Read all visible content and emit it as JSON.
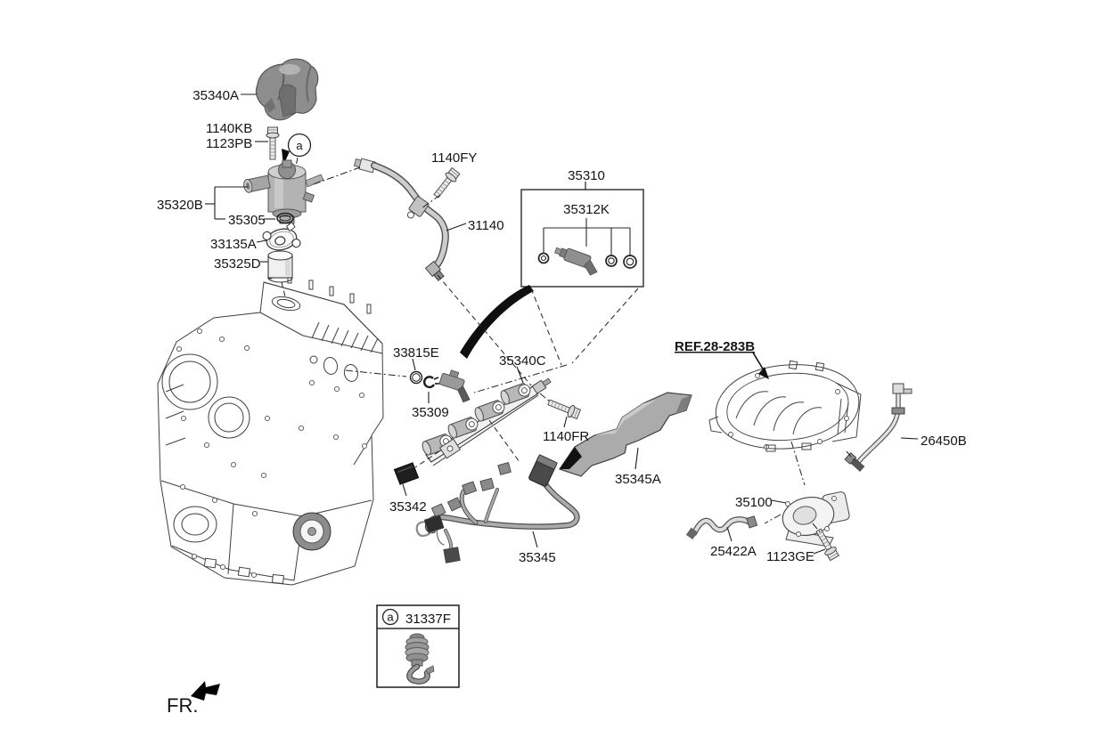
{
  "diagram": {
    "kind": "engine-fuel-injection-parts-diagram",
    "colors": {
      "background": "#ffffff",
      "line": "#2a2a2a",
      "part_gray": "#9b9b9b",
      "part_gray_light": "#cdcdcd",
      "part_dark": "#1a1a1a"
    },
    "callouts": {
      "cover": "35340A",
      "bolt_kb": "1140KB",
      "bolt_pb": "1123PB",
      "marker_a": "a",
      "bolt_fy": "1140FY",
      "injector_assembly": "35310",
      "injector_kit": "35312K",
      "pump_assembly": "35320B",
      "pump_oring": "35305",
      "high_pressure_pipe": "31140",
      "pump_flange": "33135A",
      "tappet": "35325D",
      "injector_oring": "33815E",
      "delivery_pipe": "35340C",
      "injector_clip": "35309",
      "bolt_fr": "1140FR",
      "ref_intake_manifold": "REF.28-283B",
      "vapor_tube": "26450B",
      "heat_shield": "35345A",
      "throttle_body": "35100",
      "connector_cap": "35342",
      "vapor_hose": "25422A",
      "bolt_ge": "1123GE",
      "harness": "35345",
      "inset_marker": "a",
      "inset_part": "31337F",
      "front_mark": "FR."
    }
  }
}
